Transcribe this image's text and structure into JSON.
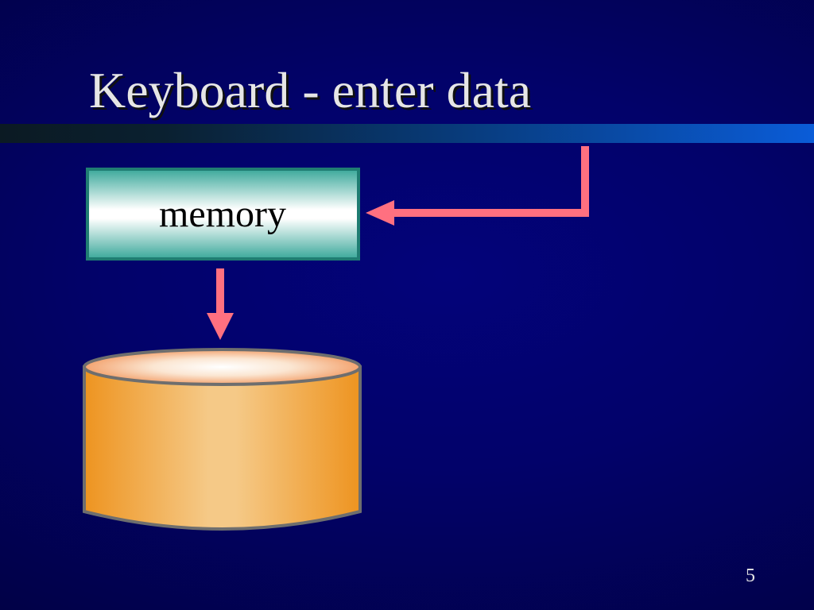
{
  "slide": {
    "title": "Keyboard - enter data",
    "page_number": "5"
  },
  "diagram": {
    "memory_label": "memory",
    "colors": {
      "arrow": "#ff7080",
      "memory_fill_edge": "#3aa89a",
      "memory_border": "#1f7d72",
      "disk_body": "#f0a030",
      "disk_highlight": "#f5c987",
      "disk_outline": "#6e6e6e",
      "background": "#02026a"
    }
  }
}
